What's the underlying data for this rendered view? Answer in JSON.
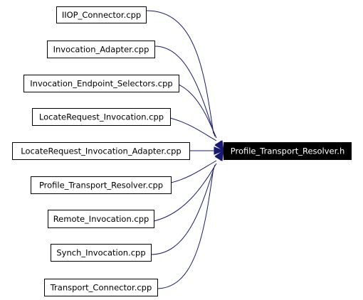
{
  "diagram": {
    "type": "include-dependency-graph",
    "edge_color": "#191970",
    "target": {
      "label": "Profile_Transport_Resolver.h"
    },
    "sources": [
      {
        "label": "IIOP_Connector.cpp"
      },
      {
        "label": "Invocation_Adapter.cpp"
      },
      {
        "label": "Invocation_Endpoint_Selectors.cpp"
      },
      {
        "label": "LocateRequest_Invocation.cpp"
      },
      {
        "label": "LocateRequest_Invocation_Adapter.cpp"
      },
      {
        "label": "Profile_Transport_Resolver.cpp"
      },
      {
        "label": "Remote_Invocation.cpp"
      },
      {
        "label": "Synch_Invocation.cpp"
      },
      {
        "label": "Transport_Connector.cpp"
      }
    ]
  }
}
